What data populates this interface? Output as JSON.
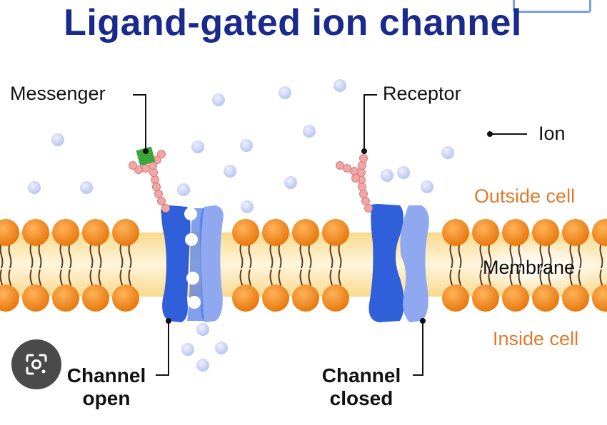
{
  "title": "Ligand-gated ion channel",
  "labels": {
    "messenger": "Messenger",
    "receptor": "Receptor",
    "ion": "Ion",
    "outside_cell": "Outside cell",
    "membrane": "Membrane",
    "inside_cell": "Inside cell",
    "channel_open_line1": "Channel",
    "channel_open_line2": "open",
    "channel_closed_line1": "Channel",
    "channel_closed_line2": "closed"
  },
  "colors": {
    "title": "#1a2a8c",
    "lipid_head": "#f08a1c",
    "membrane_core": "#fbe7b0",
    "channel_dark": "#2f5fd9",
    "channel_light": "#8fa8f0",
    "ion": "#c8d2f5",
    "messenger": "#3aa63a",
    "receptor_chain": "#f0a3a3",
    "outside_label": "#e07a2a"
  },
  "icons": {
    "lens": "google-lens-icon"
  }
}
